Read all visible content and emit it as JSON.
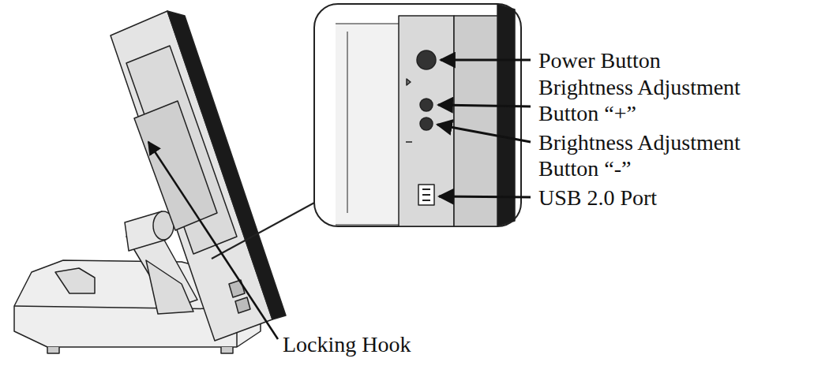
{
  "diagram": {
    "labels": [
      "Power Button",
      "Brightness Adjustment Button “+”",
      "Brightness Adjustment Button “-”",
      "USB 2.0 Port",
      "Locking Hook"
    ]
  }
}
